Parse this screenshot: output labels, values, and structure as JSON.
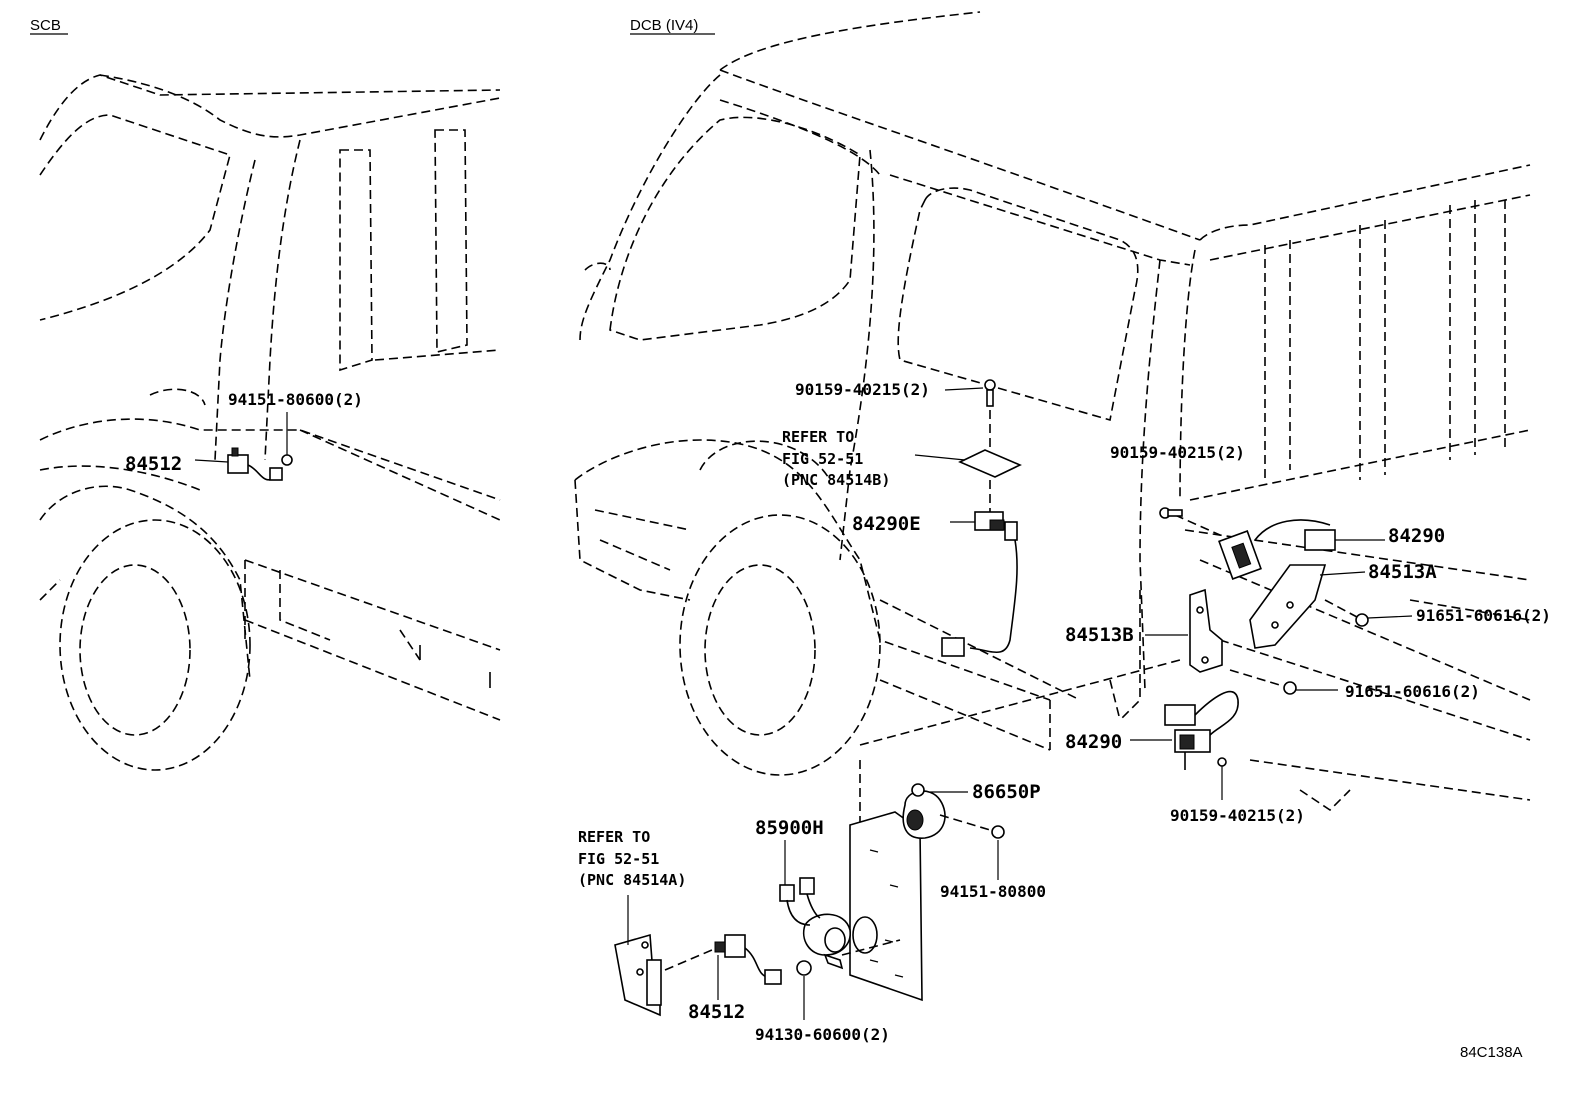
{
  "sections": {
    "left_header": "SCB",
    "right_header": "DCB (IV4)"
  },
  "parts": [
    {
      "id": "p1",
      "label": "94151-80600(2)"
    },
    {
      "id": "p2",
      "label": "84512"
    },
    {
      "id": "p3",
      "label": "90159-40215(2)"
    },
    {
      "id": "p4",
      "label": "84290E"
    },
    {
      "id": "p5",
      "label": "90159-40215(2)"
    },
    {
      "id": "p6",
      "label": "84290"
    },
    {
      "id": "p7",
      "label": "84513A"
    },
    {
      "id": "p8",
      "label": "91651-60616(2)"
    },
    {
      "id": "p9",
      "label": "84513B"
    },
    {
      "id": "p10",
      "label": "91651-60616(2)"
    },
    {
      "id": "p11",
      "label": "84290"
    },
    {
      "id": "p12",
      "label": "90159-40215(2)"
    },
    {
      "id": "p13",
      "label": "86650P"
    },
    {
      "id": "p14",
      "label": "85900H"
    },
    {
      "id": "p15",
      "label": "94151-80800"
    },
    {
      "id": "p16",
      "label": "84512"
    },
    {
      "id": "p17",
      "label": "94130-60600(2)"
    }
  ],
  "refs": {
    "upper": {
      "line1": "REFER TO",
      "line2": "FIG 52-51",
      "line3": "(PNC 84514B)"
    },
    "lower": {
      "line1": "REFER TO",
      "line2": "FIG 52-51",
      "line3": "(PNC 84514A)"
    }
  },
  "illustration_id": "84C138A"
}
